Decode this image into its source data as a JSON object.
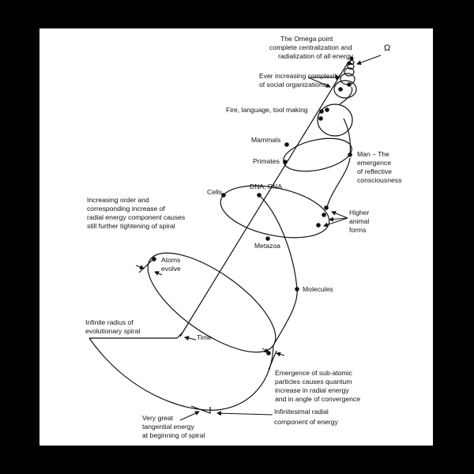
{
  "omega_symbol": "Ω",
  "labels": {
    "omega": [
      "The Omega point",
      "complete centralization and",
      "radialization of all energy"
    ],
    "social": [
      "Ever increasing complexity",
      "of social organizations"
    ],
    "fire": "Fire, language, tool making",
    "mammals": "Mammals",
    "primates": "Primates",
    "man": [
      "Man – The",
      "emergence",
      "of reflective",
      "consciousness"
    ],
    "dna": "DNA, RNA",
    "cells": "Cells",
    "order": [
      "Increasing order and",
      "corresponding increase of",
      "radial energy component causes",
      "still further tightening of spiral"
    ],
    "higher": [
      "Higher",
      "animal",
      "forms"
    ],
    "metazoa": "Metazoa",
    "atoms": [
      "Atoms",
      "evolve"
    ],
    "molecules": "Molecules",
    "infinite": [
      "Infinite radius of",
      "evolutionary spiral"
    ],
    "time": "Time",
    "subatomic": [
      "Emergence of sub-atomic",
      "particles causes quantum",
      "increase in radial energy",
      "and in angle of convergence"
    ],
    "infinitesimal": [
      "Infinitesimal radial",
      "component of energy"
    ],
    "tangential": [
      "Very great",
      "tangential energy",
      "at beginning of spiral"
    ]
  }
}
